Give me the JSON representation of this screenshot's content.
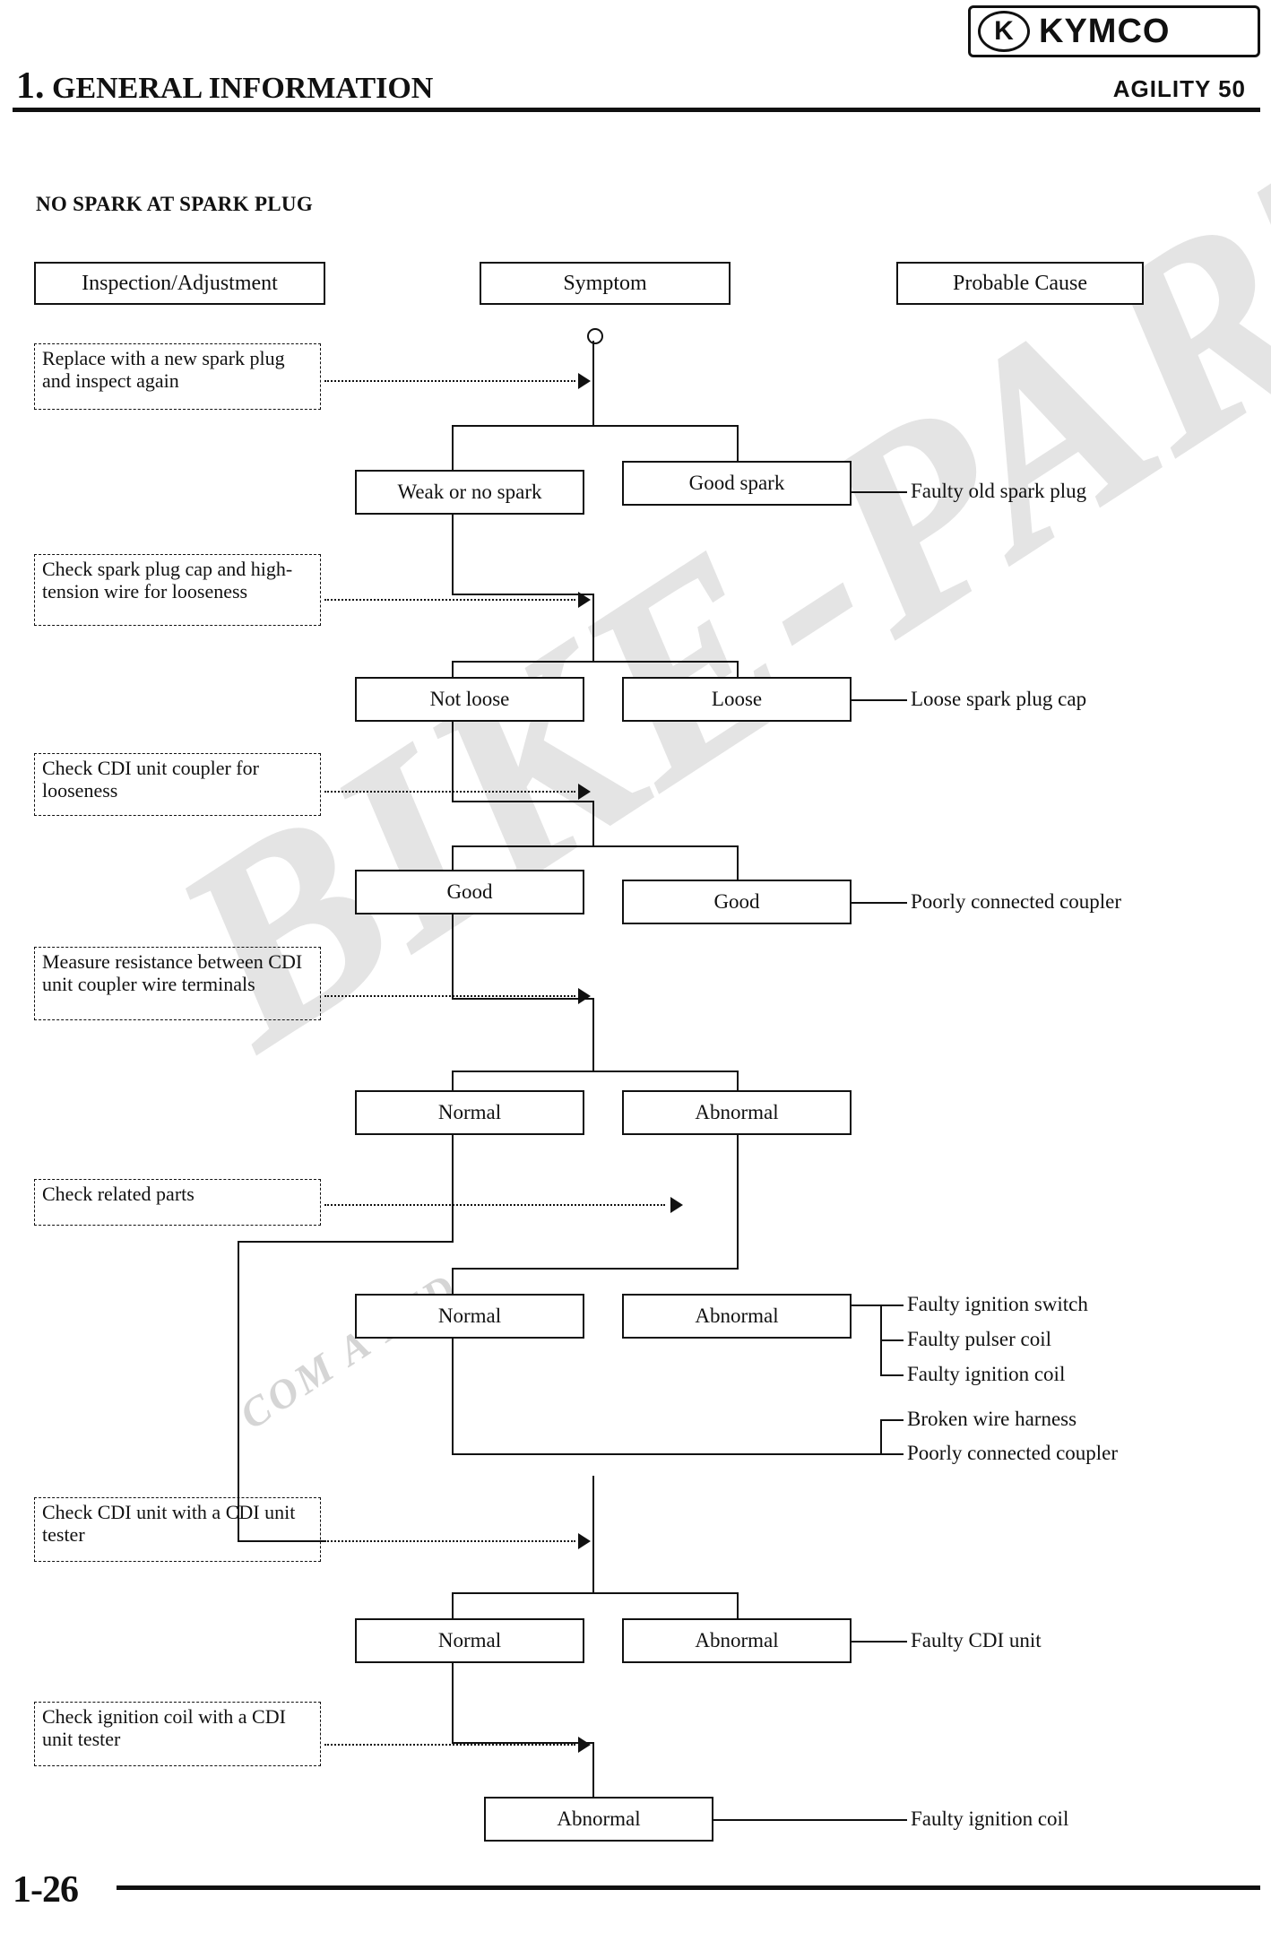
{
  "header": {
    "brand": "KYMCO",
    "brand_mark": "K",
    "chapter_number": "1.",
    "chapter_title": "GENERAL INFORMATION",
    "model": "AGILITY 50",
    "page_number": "1-26"
  },
  "watermark": {
    "main": "BIKE-PARTS",
    "sub": "COM A LTD"
  },
  "section": {
    "title": "NO SPARK AT SPARK PLUG"
  },
  "columns": [
    {
      "label": "Inspection/Adjustment"
    },
    {
      "label": "Symptom"
    },
    {
      "label": "Probable Cause"
    }
  ],
  "inspections": [
    {
      "text": "Replace with a new spark plug and inspect again"
    },
    {
      "text": "Check spark plug cap and high-tension wire for looseness"
    },
    {
      "text": "Check CDI unit coupler for looseness"
    },
    {
      "text": "Measure resistance between CDI unit coupler wire terminals"
    },
    {
      "text": "Check related parts"
    },
    {
      "text": "Check CDI unit with a CDI unit tester"
    },
    {
      "text": "Check ignition coil with a CDI unit tester"
    }
  ],
  "symptoms": [
    {
      "left": "Weak or no spark",
      "right": "Good spark"
    },
    {
      "left": "Not loose",
      "right": "Loose"
    },
    {
      "left": "Good",
      "right": "Good"
    },
    {
      "left": "Normal",
      "right": "Abnormal"
    },
    {
      "left": "Normal",
      "right": "Abnormal"
    },
    {
      "left": "Normal",
      "right": "Abnormal"
    },
    {
      "left": "",
      "right": "Abnormal"
    }
  ],
  "causes": [
    {
      "text": "Faulty old spark plug"
    },
    {
      "text": "Loose spark plug cap"
    },
    {
      "text": "Poorly connected coupler"
    },
    {
      "text": "Faulty ignition switch"
    },
    {
      "text": "Faulty pulser coil"
    },
    {
      "text": "Faulty ignition coil"
    },
    {
      "text": "Broken wire harness"
    },
    {
      "text": "Poorly connected coupler"
    },
    {
      "text": "Faulty CDI unit"
    },
    {
      "text": "Faulty ignition coil"
    }
  ]
}
